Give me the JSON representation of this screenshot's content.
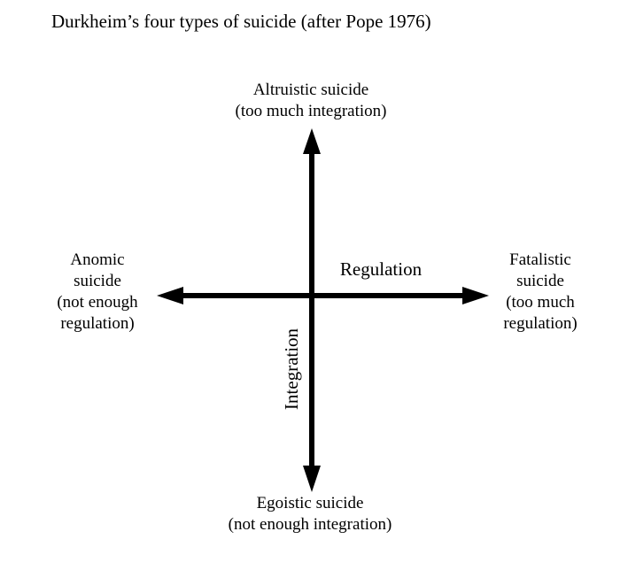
{
  "title": "Durkheim’s four types of suicide (after Pope 1976)",
  "axes": {
    "horizontal": "Regulation",
    "vertical": "Integration"
  },
  "quadrants": {
    "top": {
      "name": "Altruistic suicide",
      "desc": "(too much integration)"
    },
    "bottom": {
      "name": "Egoistic suicide",
      "desc": "(not enough integration)"
    },
    "left": {
      "name": "Anomic suicide",
      "desc": "(not enough regulation)"
    },
    "right": {
      "name": "Fatalistic suicide",
      "desc": "(too much regulation)"
    }
  }
}
